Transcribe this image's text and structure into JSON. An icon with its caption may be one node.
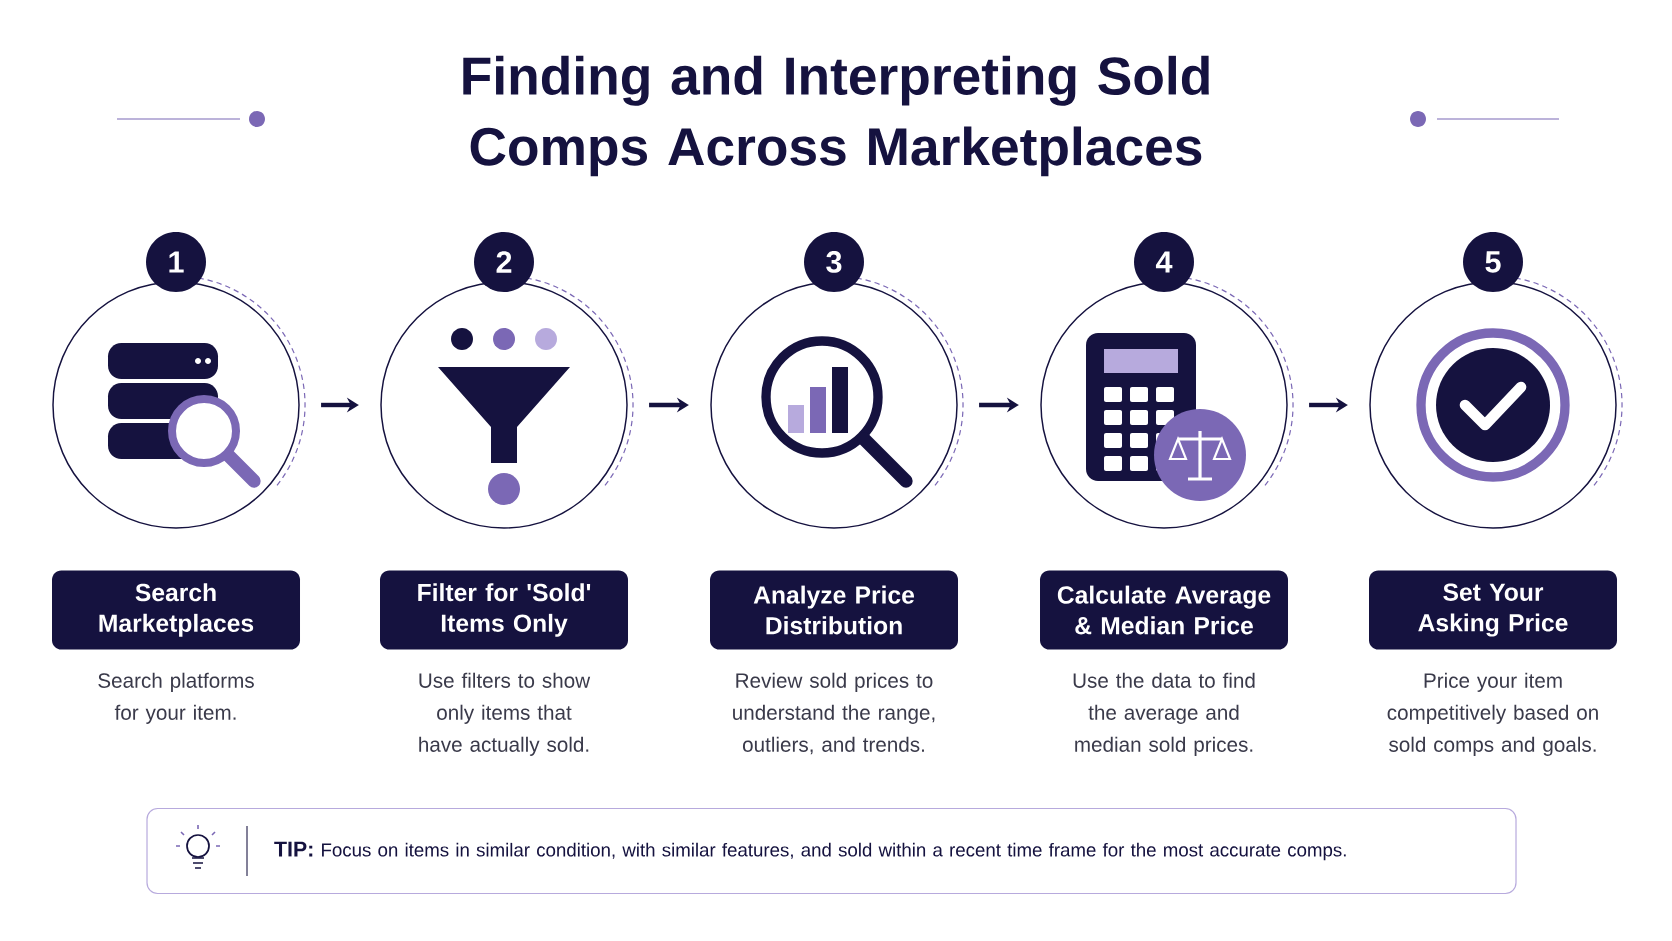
{
  "diagram": {
    "title": "Finding and Interpreting Sold Comps Across Marketplaces",
    "nodes": [
      {
        "text": [
          "1"
        ]
      },
      {
        "text": [],
        "shape": "circle"
      },
      {
        "text": [
          "Search Marketplaces"
        ],
        "beside": [
          "Search platforms for your item."
        ]
      },
      {
        "text": [
          "2"
        ]
      },
      {
        "text": [],
        "shape": "circle"
      },
      {
        "text": [
          "Filter for 'Sold' Items Only"
        ],
        "beside": [
          "Use filters to show only items that have actually sold."
        ]
      },
      {
        "text": [
          "3"
        ]
      },
      {
        "text": [],
        "shape": "circle"
      },
      {
        "text": [
          "Analyze Price Distribution"
        ],
        "beside": [
          "Review sold prices to understand the range, outliers, and trends."
        ]
      },
      {
        "text": [
          "4"
        ]
      },
      {
        "text": [],
        "shape": "circle"
      },
      {
        "text": [
          "Calculate Average & Median Price"
        ],
        "beside": [
          "Use the data to find the average and median sold prices."
        ]
      },
      {
        "text": [
          "5"
        ]
      },
      {
        "text": [],
        "shape": "circle"
      },
      {
        "text": [
          "Set Your Asking Price"
        ],
        "beside": [
          "Price your item competitively based on sold comps and goals."
        ]
      },
      {
        "text": [
          "TIP:",
          "Focus on items in similar condition, with similar features, and sold within a recent time frame for the most accurate comps."
        ]
      }
    ],
    "edges": [
      {
        "from": 1,
        "to": 4,
        "arrow": "to"
      },
      {
        "from": 4,
        "to": 7,
        "arrow": "to"
      },
      {
        "from": 7,
        "to": 10,
        "arrow": "to"
      },
      {
        "from": 10,
        "to": 13,
        "arrow": "to"
      }
    ]
  }
}
